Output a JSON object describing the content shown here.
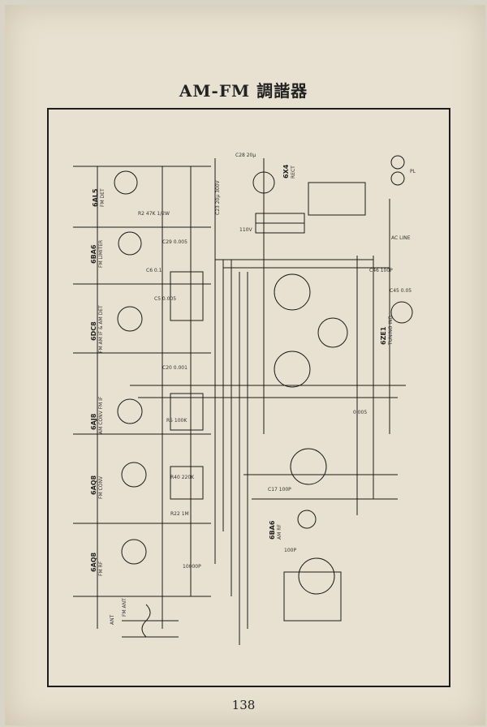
{
  "page": {
    "title": "AM-FM 調諧器",
    "page_number": "138"
  },
  "schematic": {
    "tubes": [
      {
        "type": "6AL5",
        "function": "FM DET"
      },
      {
        "type": "6BA6",
        "function": "FM LIMITER"
      },
      {
        "type": "6DC8",
        "function": "FM AM IF & AM DET"
      },
      {
        "type": "6AJ8",
        "function": "AM CONV FM IF"
      },
      {
        "type": "6AQ8",
        "function": "FM CONV"
      },
      {
        "type": "6AQ8",
        "function": "FM RF"
      },
      {
        "type": "6X4",
        "function": "RECT"
      },
      {
        "type": "6ZE1",
        "function": "TUNING IND"
      },
      {
        "type": "6BA6",
        "function": "AM RF"
      }
    ],
    "labels": {
      "ac_line": "AC LINE",
      "fm_ant": "FM ANT",
      "ant": "ANT",
      "pl": "PL"
    },
    "values": [
      "C28 20μ",
      "C23 20μ 300V",
      "110V",
      "C45 0.05",
      "C29 0.005",
      "R2 47K 1/2W",
      "C6 0.1",
      "C5 0.005",
      "C20 0.001",
      "R5 100K",
      "R40 220K",
      "C17 100P",
      "R22 1M",
      "C46 100P",
      "0.005",
      "10000P",
      "100P"
    ]
  }
}
